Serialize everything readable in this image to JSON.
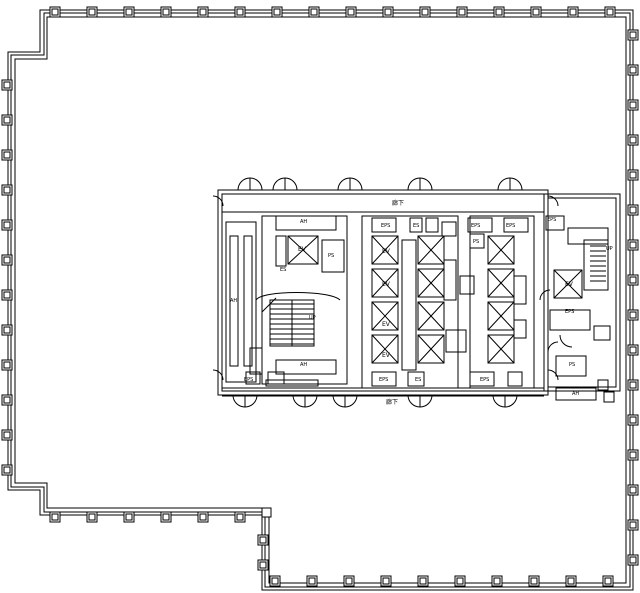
{
  "colors": {
    "line": "#000000",
    "background": "#ffffff"
  },
  "labels": {
    "corridor_top": "廊下",
    "corridor_bottom": "廊下",
    "ah": "AH",
    "ps": "PS",
    "eps": "EPS",
    "es": "ES",
    "ev": "EV",
    "up": "UP"
  }
}
